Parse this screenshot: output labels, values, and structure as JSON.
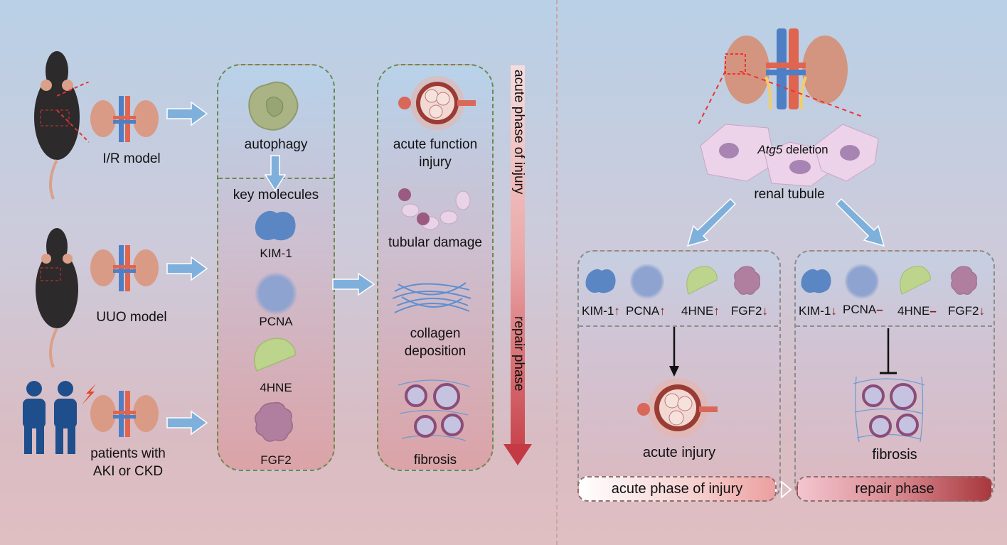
{
  "left_panel": {
    "models": [
      {
        "label": "I/R model",
        "icon": "mouse-icon"
      },
      {
        "label": "UUO model",
        "icon": "mouse-icon"
      },
      {
        "label_line1": "patients with",
        "label_line2": "AKI or CKD",
        "icon": "patients-icon"
      }
    ],
    "mechanism_box": {
      "top_label": "autophagy",
      "section_label": "key molecules",
      "molecules": [
        "KIM-1",
        "PCNA",
        "4HNE",
        "FGF2"
      ]
    },
    "outcome_box": {
      "items": [
        {
          "line1": "acute function",
          "line2": "injury"
        },
        {
          "line1": "tubular damage",
          "line2": ""
        },
        {
          "line1": "collagen",
          "line2": "deposition"
        },
        {
          "line1": "fibrosis",
          "line2": ""
        }
      ]
    },
    "phase_arrow": {
      "top_label": "acute phase of injury",
      "bottom_label": "repair phase"
    }
  },
  "right_panel": {
    "gene_label_italic": "Atg5",
    "gene_label_rest": " deletion",
    "tissue_label": "renal tubule",
    "acute_box": {
      "markers": [
        {
          "name": "KIM-1",
          "change": "↑"
        },
        {
          "name": "PCNA",
          "change": "↑"
        },
        {
          "name": "4HNE",
          "change": "↑"
        },
        {
          "name": "FGF2",
          "change": "↓"
        }
      ],
      "outcome": "acute injury",
      "effect": "promotes"
    },
    "repair_box": {
      "markers": [
        {
          "name": "KIM-1",
          "change": "↓"
        },
        {
          "name": "PCNA",
          "change": "–"
        },
        {
          "name": "4HNE",
          "change": "–"
        },
        {
          "name": "FGF2",
          "change": "↓"
        }
      ],
      "outcome": "fibrosis",
      "effect": "inhibits"
    },
    "phases": [
      "acute phase of injury",
      "repair phase"
    ]
  },
  "colors": {
    "kim1": "#5b86c4",
    "pcna": "#8ea3cf",
    "4hne": "#bcd48c",
    "fgf2": "#b07e9e",
    "arrow_blue": "#6aa3d4",
    "up_arrow": "#8b1a1a"
  }
}
